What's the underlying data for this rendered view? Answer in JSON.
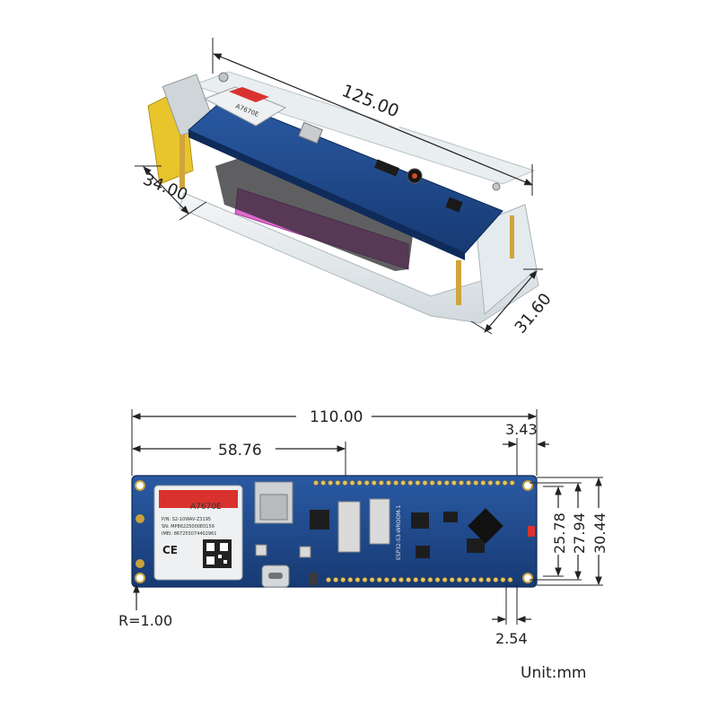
{
  "top_view": {
    "module_model": "A7670E",
    "dimensions": {
      "length": "125.00",
      "width": "34.00",
      "height": "31.60"
    }
  },
  "board_view": {
    "module_model": "A7670E",
    "module_pn": "P/N: S2-10WAV-Z3195",
    "module_sn": "SN: MP86225000E0159",
    "module_imei": "IMEI: 867255074402961",
    "chip_label": "ESP32-S3-WROOM-1",
    "dimensions": {
      "board_length": "110.00",
      "offset_length": "58.76",
      "edge_offset": "3.43",
      "inner_height": "25.78",
      "hole_height": "27.94",
      "board_height": "30.44",
      "pin_pitch": "2.54",
      "corner_radius": "R=1.00"
    }
  },
  "unit_note": "Unit:mm",
  "colors": {
    "pcb_blue": "#1f4c8f",
    "case_acrylic": "#dfe5e8",
    "battery_pink": "#e06ad0",
    "yellow_bracket": "#e7c52b",
    "gold_pins": "#d1a43c"
  }
}
